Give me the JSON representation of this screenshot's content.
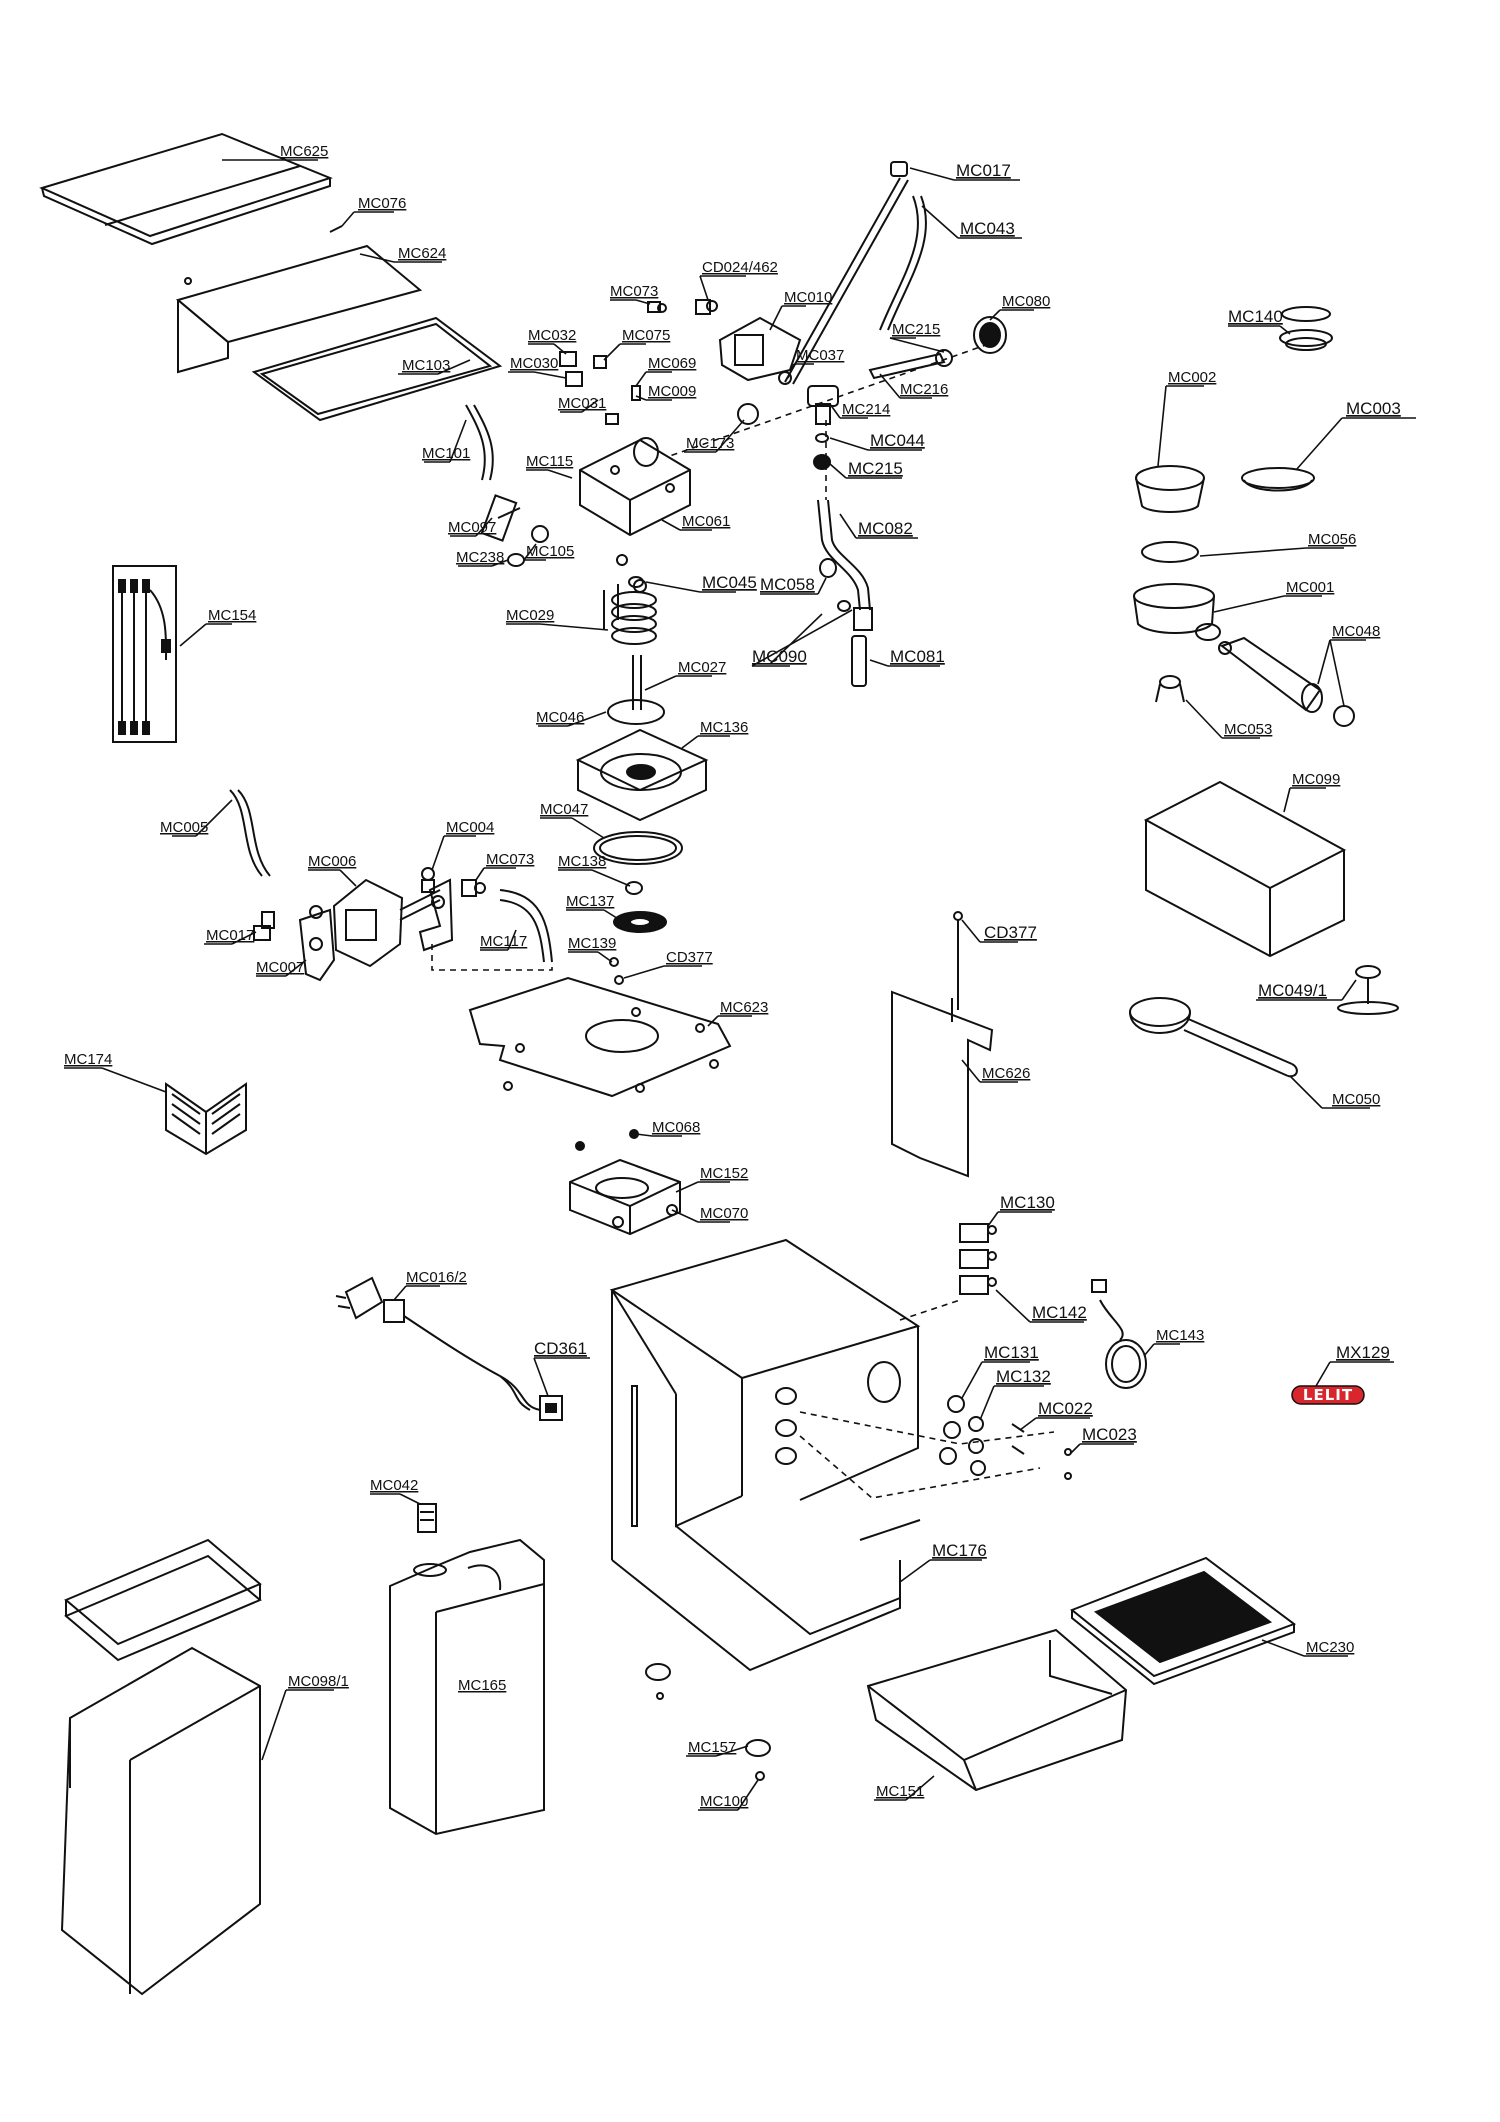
{
  "diagram": {
    "labels": {
      "MC625": "MC625",
      "MC076": "MC076",
      "MC624": "MC624",
      "MC103": "MC103",
      "MC017a": "MC017",
      "MC043": "MC043",
      "CD024": "CD024/462",
      "MC073a": "MC073",
      "MC010": "MC010",
      "MC080": "MC080",
      "MC032": "MC032",
      "MC075": "MC075",
      "MC030": "MC030",
      "MC069": "MC069",
      "MC009": "MC009",
      "MC031": "MC031",
      "MC037": "MC037",
      "MC215a": "MC215",
      "MC216": "MC216",
      "MC214": "MC214",
      "MC173": "MC173",
      "MC044": "MC044",
      "MC215b": "MC215",
      "MC101": "MC101",
      "MC115": "MC115",
      "MC061": "MC061",
      "MC082": "MC082",
      "MC097": "MC097",
      "MC238": "MC238",
      "MC105": "MC105",
      "MC045": "MC045",
      "MC058": "MC058",
      "MC154": "MC154",
      "MC029": "MC029",
      "MC090": "MC090",
      "MC081": "MC081",
      "MC027": "MC027",
      "MC046": "MC046",
      "MC136": "MC136",
      "MC005": "MC005",
      "MC047": "MC047",
      "MC004": "MC004",
      "MC006": "MC006",
      "MC073b": "MC073",
      "MC138": "MC138",
      "MC137": "MC137",
      "MC017b": "MC017",
      "MC117": "MC117",
      "MC139": "MC139",
      "MC007": "MC007",
      "CD377a": "CD377",
      "MC623": "MC623",
      "MC174": "MC174",
      "MC068": "MC068",
      "MC152": "MC152",
      "MC070": "MC070",
      "MC140": "MC140",
      "MC002": "MC002",
      "MC003": "MC003",
      "MC056": "MC056",
      "MC001": "MC001",
      "MC048": "MC048",
      "MC053": "MC053",
      "MC099": "MC099",
      "MC049": "MC049/1",
      "MC050": "MC050",
      "CD377b": "CD377",
      "MC626": "MC626",
      "MC130": "MC130",
      "MC016": "MC016/2",
      "CD361": "CD361",
      "MC142": "MC142",
      "MC143": "MC143",
      "MX129": "MX129",
      "MC131": "MC131",
      "MC132": "MC132",
      "MC022": "MC022",
      "MC023": "MC023",
      "MC042": "MC042",
      "MC176": "MC176",
      "MC165": "MC165",
      "MC098": "MC098/1",
      "MC157": "MC157",
      "MC230": "MC230",
      "MC100": "MC100",
      "MC151": "MC151"
    },
    "logo": {
      "text": "LELIT",
      "color": "#d8262c"
    }
  }
}
